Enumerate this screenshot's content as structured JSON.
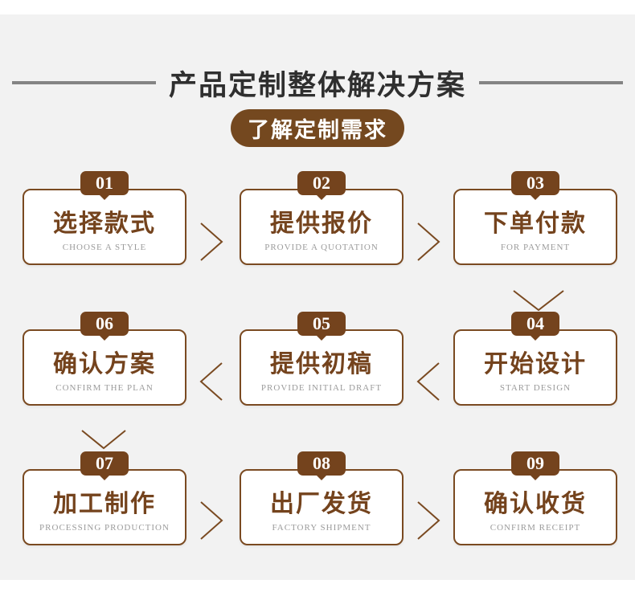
{
  "header": {
    "title": "产品定制整体解决方案",
    "subtitle_badge": "了解定制需求"
  },
  "colors": {
    "background_gray": "#f2f2f2",
    "brown_accent": "#74431d",
    "brown_border": "#7a4a21",
    "title_text": "#2f2f2f",
    "subtext_gray": "#9b9b9b",
    "title_line_gray": "#848484",
    "card_background": "#ffffff",
    "badge_text": "#ffffff"
  },
  "steps": [
    {
      "num": "01",
      "title": "选择款式",
      "subtitle": "CHOOSE A STYLE"
    },
    {
      "num": "02",
      "title": "提供报价",
      "subtitle": "PROVIDE A QUOTATION"
    },
    {
      "num": "03",
      "title": "下单付款",
      "subtitle": "FOR PAYMENT"
    },
    {
      "num": "04",
      "title": "开始设计",
      "subtitle": "START DESIGN"
    },
    {
      "num": "05",
      "title": "提供初稿",
      "subtitle": "PROVIDE INITIAL DRAFT"
    },
    {
      "num": "06",
      "title": "确认方案",
      "subtitle": "CONFIRM THE PLAN"
    },
    {
      "num": "07",
      "title": "加工制作",
      "subtitle": "PROCESSING PRODUCTION"
    },
    {
      "num": "08",
      "title": "出厂发货",
      "subtitle": "FACTORY SHIPMENT"
    },
    {
      "num": "09",
      "title": "确认收货",
      "subtitle": "CONFIRM RECEIPT"
    }
  ],
  "flow_order_by_row": [
    [
      "01",
      "02",
      "03"
    ],
    [
      "06",
      "05",
      "04"
    ],
    [
      "07",
      "08",
      "09"
    ]
  ]
}
